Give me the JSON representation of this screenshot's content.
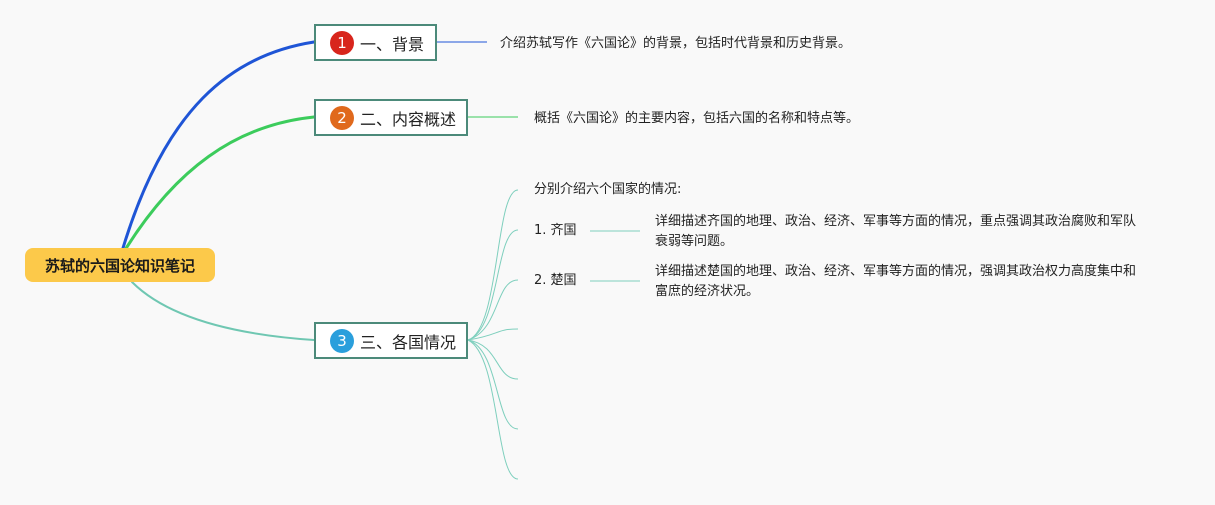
{
  "root": {
    "label": "苏轼的六国论知识笔记",
    "color": "#fcc94a"
  },
  "topics": [
    {
      "number": "1",
      "label": "一、背景",
      "badge_color": "#d8251c",
      "branch_color": "#1f55d6",
      "description": "介绍苏轼写作《六国论》的背景，包括时代背景和历史背景。"
    },
    {
      "number": "2",
      "label": "二、内容概述",
      "badge_color": "#e0691c",
      "branch_color": "#3ccc5c",
      "description": "概括《六国论》的主要内容，包括六国的名称和特点等。"
    },
    {
      "number": "3",
      "label": "三、各国情况",
      "badge_color": "#2a9fdc",
      "branch_color": "#6fc7b2",
      "intro": "分别介绍六个国家的情况:",
      "states": [
        {
          "name": "1. 齐国",
          "detail": "详细描述齐国的地理、政治、经济、军事等方面的情况，重点强调其政治腐败和军队衰弱等问题。"
        },
        {
          "name": "2. 楚国",
          "detail": "详细描述楚国的地理、政治、经济、军事等方面的情况，强调其政治权力高度集中和富庶的经济状况。"
        }
      ]
    }
  ]
}
